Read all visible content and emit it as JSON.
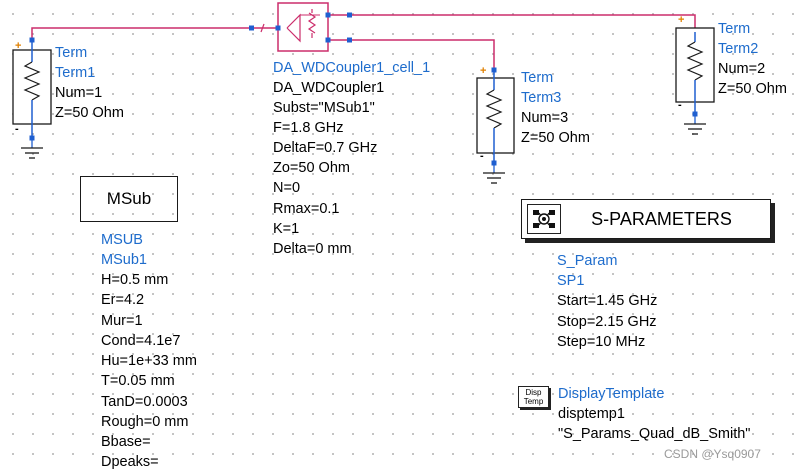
{
  "components": {
    "term1": {
      "type": "Term",
      "name": "Term1",
      "num": "Num=1",
      "z": "Z=50 Ohm"
    },
    "term2": {
      "type": "Term",
      "name": "Term2",
      "num": "Num=2",
      "z": "Z=50 Ohm"
    },
    "term3": {
      "type": "Term",
      "name": "Term3",
      "num": "Num=3",
      "z": "Z=50 Ohm"
    },
    "coupler": {
      "type": "DA_WDCoupler1_cell_1",
      "name": "DA_WDCoupler1",
      "params": [
        "Subst=\"MSub1\"",
        "F=1.8 GHz",
        "DeltaF=0.7 GHz",
        "Zo=50 Ohm",
        "N=0",
        "Rmax=0.1",
        "K=1",
        "Delta=0 mm"
      ]
    },
    "msub": {
      "symbol_label": "MSub",
      "type": "MSUB",
      "name": "MSub1",
      "params": [
        "H=0.5 mm",
        "Er=4.2",
        "Mur=1",
        "Cond=4.1e7",
        "Hu=1e+33 mm",
        "T=0.05 mm",
        "TanD=0.0003",
        "Rough=0 mm",
        "Bbase=",
        "Dpeaks="
      ]
    },
    "sparam": {
      "symbol_label": "S-PARAMETERS",
      "type": "S_Param",
      "name": "SP1",
      "params": [
        "Start=1.45 GHz",
        "Stop=2.15 GHz",
        "Step=10 MHz"
      ]
    },
    "display": {
      "icon_text": [
        "Disp",
        "Temp"
      ],
      "type": "DisplayTemplate",
      "name": "disptemp1",
      "value": "\"S_Params_Quad_dB_Smith\""
    }
  },
  "pin_marks": {
    "plus": "+",
    "minus": "-"
  },
  "watermark": "CSDN @Ysq0907",
  "colors": {
    "wire": "#cc2d6b",
    "label_blue": "#1e6ccc",
    "pin": "#1f5fd0",
    "plus": "#e08000",
    "text": "#000000"
  }
}
